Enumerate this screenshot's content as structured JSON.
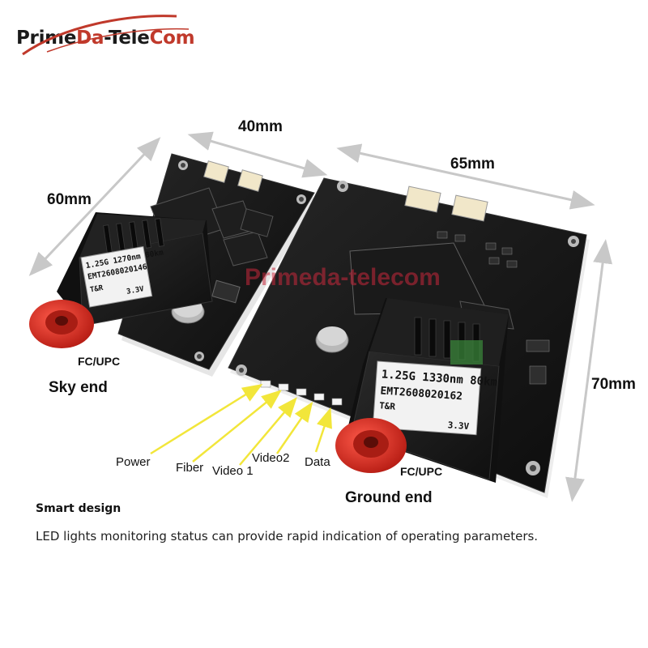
{
  "logo": {
    "part1": "Prime",
    "part2": "Da",
    "part3": "-Tele",
    "part4": "Com",
    "red": "#c0392b",
    "dark": "#1a1a1a"
  },
  "watermark": "Primeda-telecom",
  "dimensions": {
    "top_small": "40mm",
    "left": "60mm",
    "top_large": "65mm",
    "right": "70mm"
  },
  "sky": {
    "end_label": "Sky end",
    "connector": "FC/UPC",
    "module_line1": "1.25G 1270nm 80km",
    "module_line2": "EMT2608020146",
    "module_line3": "T&R",
    "module_line4": "3.3V"
  },
  "ground": {
    "end_label": "Ground end",
    "connector": "FC/UPC",
    "module_line1": "1.25G 1330nm 80km",
    "module_line2": "EMT2608020162",
    "module_line3": "T&R",
    "module_line4": "3.3V"
  },
  "leds": {
    "power": "Power",
    "fiber": "Fiber",
    "video1": "Video 1",
    "video2": "Video2",
    "data": "Data"
  },
  "caption": {
    "title": "Smart design",
    "body": "LED lights monitoring status can provide rapid indication of operating parameters."
  },
  "colors": {
    "pcb": "#141414",
    "pcb_edge": "#2b2b2b",
    "module": "#1b1b1b",
    "fc_red": "#d8261e",
    "arrow": "#f2e63a",
    "dim_arrow": "#c8c8c8"
  }
}
